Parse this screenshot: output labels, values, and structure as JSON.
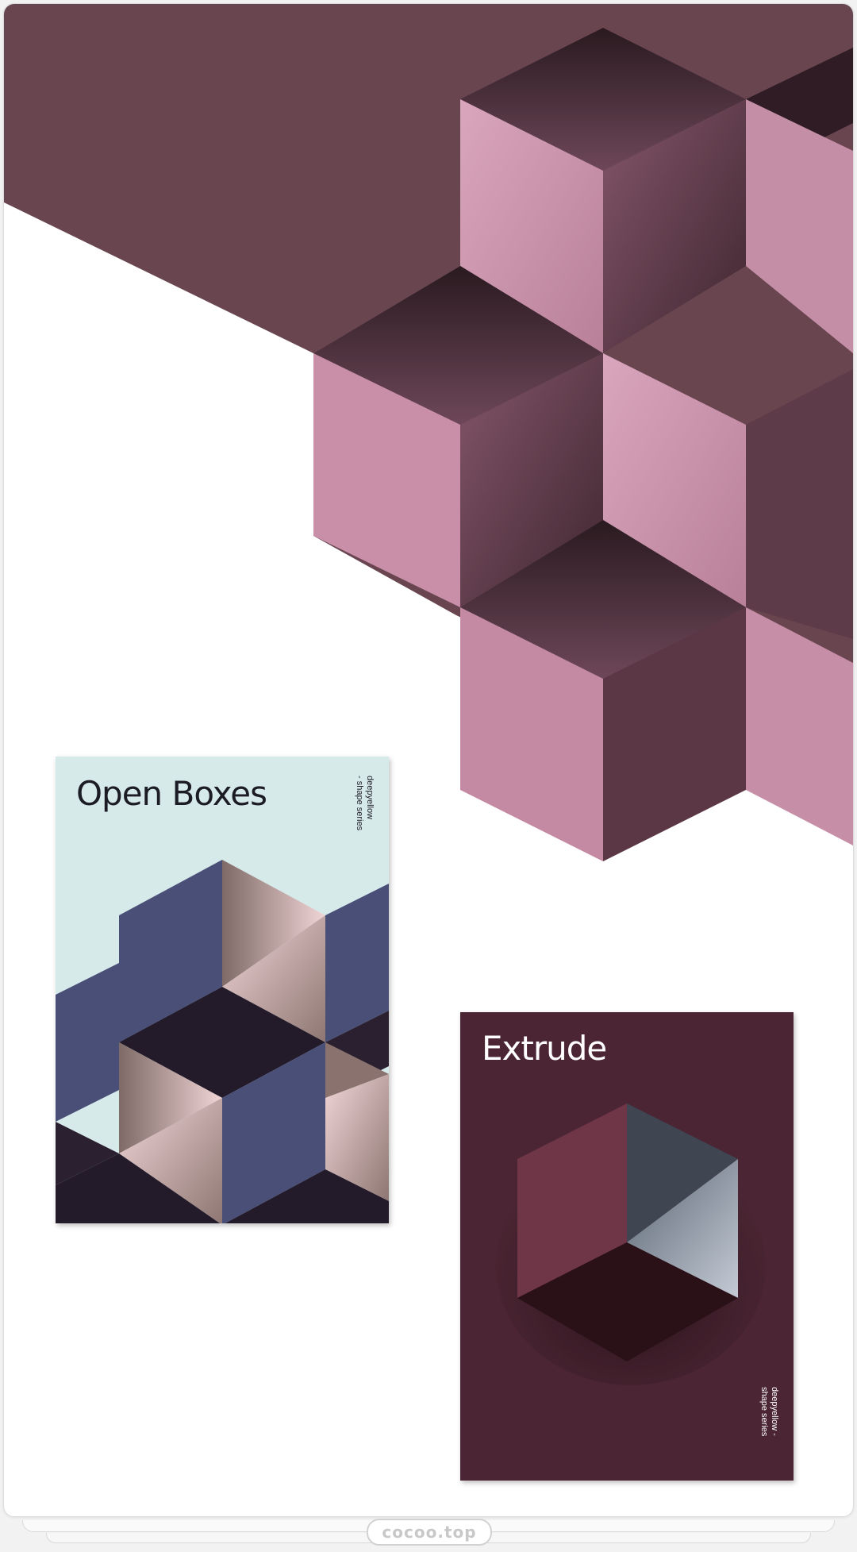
{
  "posters": [
    {
      "title": "Open Boxes",
      "caption_line1": "deepyellow",
      "caption_line2": "- shape series"
    },
    {
      "title": "Extrude",
      "caption_line1": "deepyellow -",
      "caption_line2": "shape series"
    }
  ],
  "watermark": "cocoo.top",
  "colors": {
    "hero_plum": "#68454f",
    "hero_pink": "#c98fa9",
    "open_boxes_bg": "#d7eaea",
    "open_boxes_blue": "#4a4f78",
    "extrude_bg": "#4b2533"
  }
}
